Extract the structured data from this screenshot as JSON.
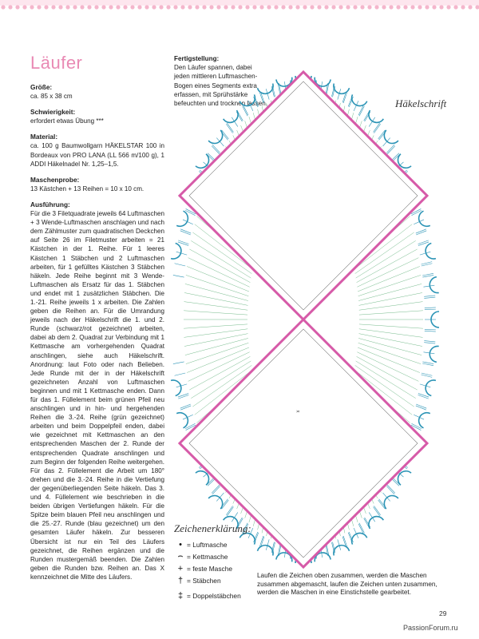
{
  "title": "Läufer",
  "groesse": {
    "label": "Größe:",
    "value": "ca. 85 x 38 cm"
  },
  "schwierigkeit": {
    "label": "Schwierigkeit:",
    "value": "erfordert etwas Übung ***"
  },
  "material": {
    "label": "Material:",
    "value": "ca. 100 g Baumwollgarn HÄKELSTAR 100 in Bordeaux von PRO LANA (LL 566 m/100 g), 1 ADDI Häkelnadel Nr. 1,25–1,5."
  },
  "maschenprobe": {
    "label": "Maschenprobe:",
    "value": "13 Kästchen + 13 Reihen = 10 x 10 cm."
  },
  "ausfuehrung": {
    "label": "Ausführung:",
    "text": "Für die 3 Filetquadrate jeweils 64 Luftmaschen + 3 Wende-Luftmaschen anschlagen und nach dem Zählmuster zum quadratischen Deckchen auf Seite 26 im Filetmuster arbeiten = 21 Kästchen in der 1. Reihe. Für 1 leeres Kästchen 1 Stäbchen und 2 Luftmaschen arbeiten, für 1 gefülltes Kästchen 3 Stäbchen häkeln. Jede Reihe beginnt mit 3 Wende-Luftmaschen als Ersatz für das 1. Stäbchen und endet mit 1 zusätzlichen Stäbchen. Die 1.-21. Reihe jeweils 1 x arbeiten. Die Zahlen geben die Reihen an. Für die Umrandung jeweils nach der Häkelschrift die 1. und 2. Runde (schwarz/rot gezeichnet) arbeiten, dabei ab dem 2. Quadrat zur Verbindung mit 1 Kettmasche am vorhergehenden Quadrat anschlingen, siehe auch Häkelschrift. Anordnung: laut Foto oder nach Belieben. Jede Runde mit der in der Häkelschrift gezeichneten Anzahl von Luftmaschen beginnen und mit 1 Kettmasche enden. Dann für das 1. Füllelement beim grünen Pfeil neu anschlingen und in hin- und hergehenden Reihen die 3.-24. Reihe (grün gezeichnet) arbeiten und beim Doppelpfeil enden, dabei wie gezeichnet mit Kettmaschen an den entsprechenden Maschen der 2. Runde der entsprechenden Quadrate anschlingen und zum Beginn der folgenden Reihe weitergehen. Für das 2. Füllelement die Arbeit um 180° drehen und die 3.-24. Reihe in die Vertiefung der gegenüberliegenden Seite häkeln. Das 3. und 4. Füllelement wie beschrieben in die beiden übrigen Vertiefungen häkeln. Für die Spitze beim blauen Pfeil neu anschlingen und die 25.-27. Runde (blau gezeichnet) um den gesamten Läufer häkeln. Zur besseren Übersicht ist nur ein Teil des Läufers gezeichnet, die Reihen ergänzen und die Runden mustergemäß beenden. Die Zahlen geben die Runden bzw. Reihen an. Das X kennzeichnet die Mitte des Läufers."
  },
  "fertigstellung": {
    "label": "Fertigstellung:",
    "text": "Den Läufer spannen, dabei jeden mittleren Luftmaschen-Bogen eines Segments extra erfassen, mit Sprühstärke befeuchten und trocknen lassen."
  },
  "diagram_title": "Häkelschrift",
  "diagram_mark": "x",
  "legend": {
    "title": "Zeichenerklärung:",
    "items": [
      {
        "symbol": "•",
        "label": "= Luftmasche"
      },
      {
        "symbol": "⌢",
        "label": "= Kettmasche"
      },
      {
        "symbol": "+",
        "label": "= feste Masche"
      },
      {
        "symbol": "†",
        "label": "= Stäbchen"
      },
      {
        "symbol": "‡",
        "label": "= Doppelstäbchen"
      }
    ]
  },
  "note": "Laufen die Zeichen oben zusammen, werden die Maschen zusammen abgemascht, laufen die Zeichen unten zusammen, werden die Maschen in eine Einstichstelle gearbeitet.",
  "page_number": "29",
  "watermark": "PassionForum.ru",
  "colors": {
    "title": "#e98ab4",
    "pink_border": "#d65aa8",
    "green": "#3a9d5a",
    "blue": "#2a93b5",
    "dots": "#f4b6cc"
  }
}
